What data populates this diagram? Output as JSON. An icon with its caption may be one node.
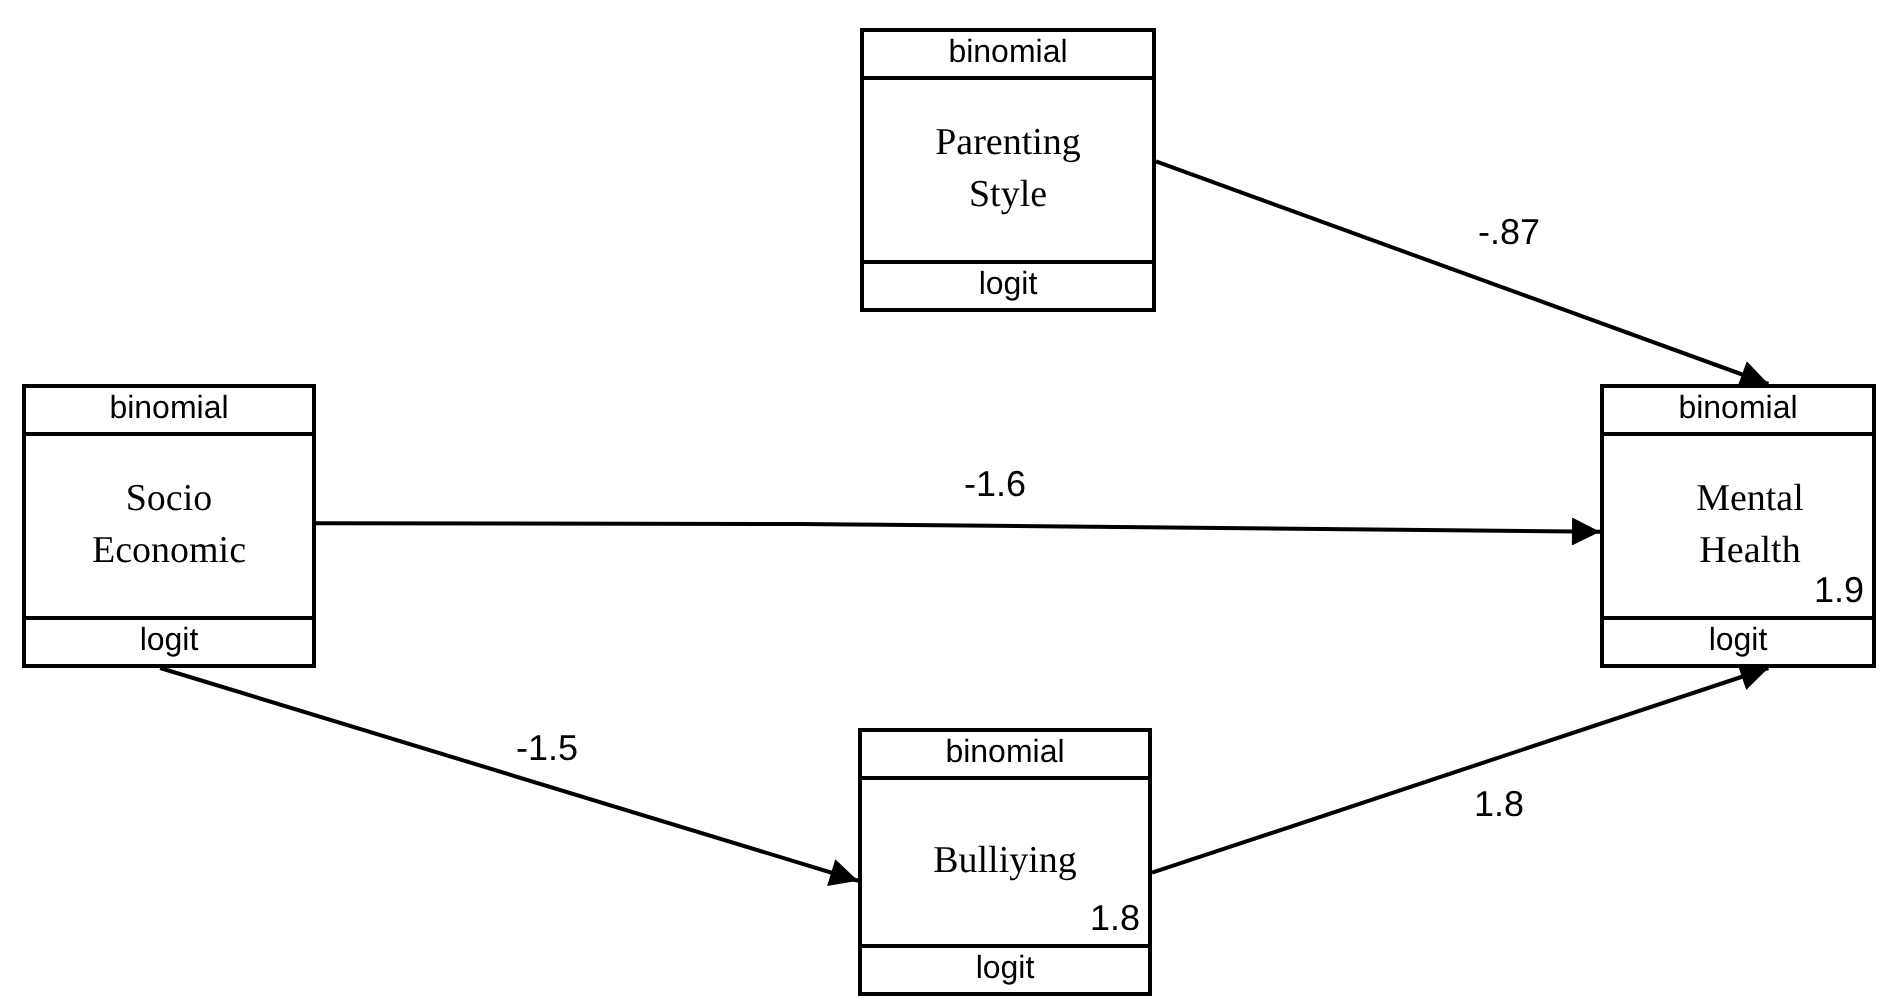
{
  "diagram": {
    "nodes": [
      {
        "text": [
          "binomial",
          "Parenting Style",
          "logit"
        ]
      },
      {
        "text": [
          "binomial",
          "Socio Economic",
          "logit"
        ]
      },
      {
        "text": [
          "binomial",
          "Mental Health",
          "1.9",
          "logit"
        ]
      },
      {
        "text": [
          "binomial",
          "Bulliying",
          "1.8",
          "logit"
        ]
      }
    ],
    "edges": [
      {
        "from": 0,
        "to": 2,
        "arrow": "to",
        "label": "-.87"
      },
      {
        "from": 1,
        "to": 2,
        "arrow": "to",
        "label": "-1.6"
      },
      {
        "from": 1,
        "to": 3,
        "arrow": "to",
        "label": "-1.5"
      },
      {
        "from": 3,
        "to": 2,
        "arrow": "to",
        "label": "1.8"
      }
    ]
  }
}
